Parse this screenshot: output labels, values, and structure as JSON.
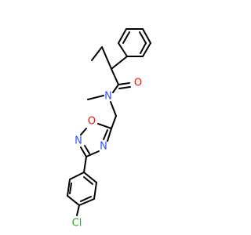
{
  "molecule": {
    "colors": {
      "carbon": "#000000",
      "nitrogen": "#3050F8",
      "oxygen": "#FF0D0D",
      "chlorine": "#1FB01F"
    },
    "atoms": {
      "carbonyl_oxygen": "O",
      "amide_nitrogen": "N",
      "ring_oxygen": "O",
      "ring_nitrogen_2": "N",
      "ring_nitrogen_4": "N",
      "chlorine": "Cl"
    }
  }
}
